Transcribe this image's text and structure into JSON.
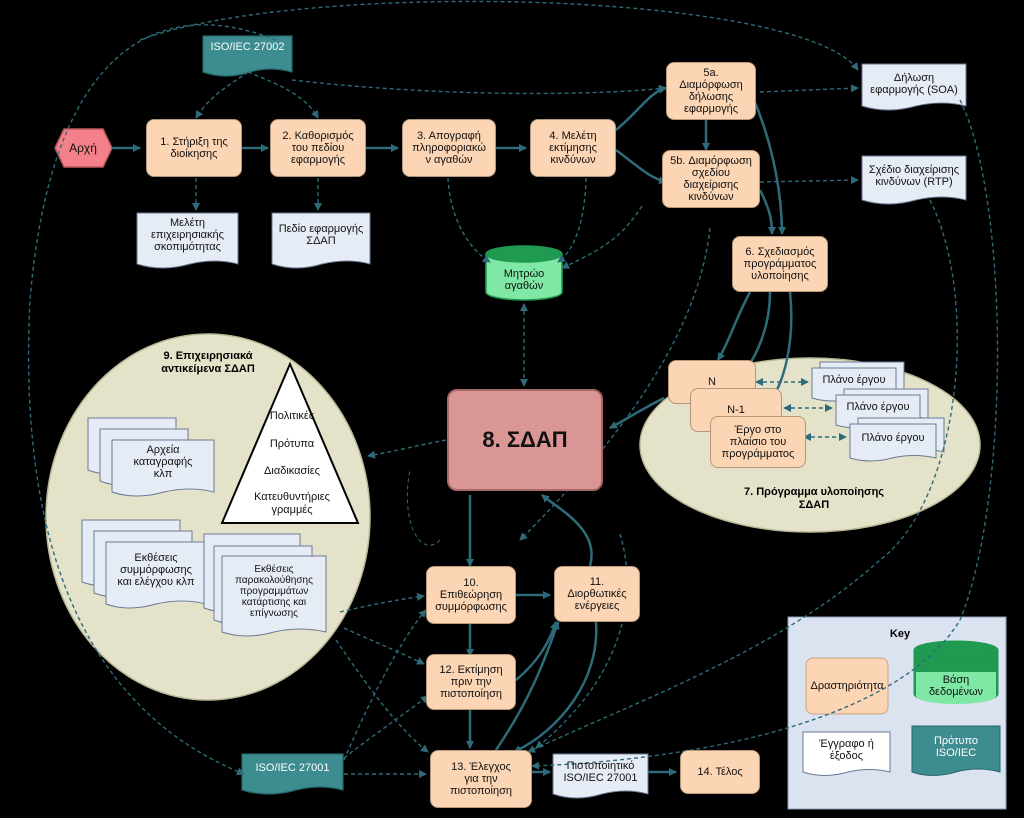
{
  "nodes": {
    "start": "Αρχή",
    "a1": "1. Στήριξη της\nδιοίκησης",
    "a2": "2. Καθορισμός\nτου πεδίου\nεφαρμογής",
    "a3": "3. Απογραφή\nπληροφοριακώ\nν αγαθών",
    "a4": "4. Μελέτη\nεκτίμησης\nκινδύνων",
    "a5a": "5a.\nΔιαμόρφωση\nδήλωσης\nεφαρμογής",
    "a5b": "5b. Διαμόρφωση\nσχεδίου\nδιαχείρισης\nκινδύνων",
    "a6": "6. Σχεδιασμός\nπρογράμματος\nυλοποίησης",
    "a8": "8. ΣΔΑΠ",
    "a10": "10.\nΕπιθεώρηση\nσυμμόρφωσης",
    "a11": "11.\nΔιορθωτικές\nενέργειες",
    "a12": "12. Εκτίμηση\nπριν την\nπιστοποίηση",
    "a13": "13. Έλεγχος\nγια την\nπιστοποίηση",
    "a14": "14. Τέλος"
  },
  "docs": {
    "business": "Μελέτη\nεπιχειρησιακής\nσκοπιμότητας",
    "scope": "Πεδίο εφαρμογής\nΣΔΑΠ",
    "soa": "Δήλωση\nεφαρμογής (SOA)",
    "rtp": "Σχέδιο διαχείρισης\nκινδύνων (RTP)",
    "plan1": "Πλάνο έργου",
    "plan2": "Πλάνο έργου",
    "plan3": "Πλάνο έργου",
    "logs": "Αρχεία\nκαταγραφής\nκλπ",
    "reports": "Εκθέσεις\nσυμμόρφωσης\nκαι ελέγχου κλπ",
    "training": "Εκθέσεις\nπαρακολούθησης\nπρογραμμάτων\nκατάρτισης και\nεπίγνωσης",
    "cert": "Πιστοποιητικό\nISO/IEC 27001"
  },
  "standards": {
    "iso27002": "ISO/IEC 27002",
    "iso27001": "ISO/IEC 27001"
  },
  "database": {
    "assets": "Μητρώο\nαγαθών"
  },
  "projects": {
    "n": "N",
    "n1": "N-1",
    "work": "Έργο στο\nπλαίσιο του\nπρογράμματος"
  },
  "groups": {
    "objects_title": "9. Επιχειρησιακά\nαντικείμενα ΣΔΑΠ",
    "program_title": "7. Πρόγραμμα υλοποίησης\nΣΔΑΠ"
  },
  "pyramid": {
    "items": [
      "Πολιτικές",
      "Πρότυπα",
      "Διαδικασίες",
      "Κατευθυντήριες\nγραμμές"
    ]
  },
  "key": {
    "title": "Key",
    "activity": "Δραστηριότητα",
    "database": "Βάση\nδεδομένων",
    "document": "Έγγραφο ή\nέξοδος",
    "standard": "Πρότυπο\nISO/IEC"
  },
  "colors": {
    "background": "#000000",
    "activity_fill": "#fcd5b4",
    "isms_fill": "#d99694",
    "start_fill": "#f4808a",
    "database_fill": "#7fe8a5",
    "database_dark": "#1f9a50",
    "document_fill": "#e6ecf6",
    "standard_fill": "#3d8c8f",
    "group_fill": "#e4e3c9",
    "key_fill": "#dbe3f0",
    "arrow": "#2e6b7a"
  }
}
